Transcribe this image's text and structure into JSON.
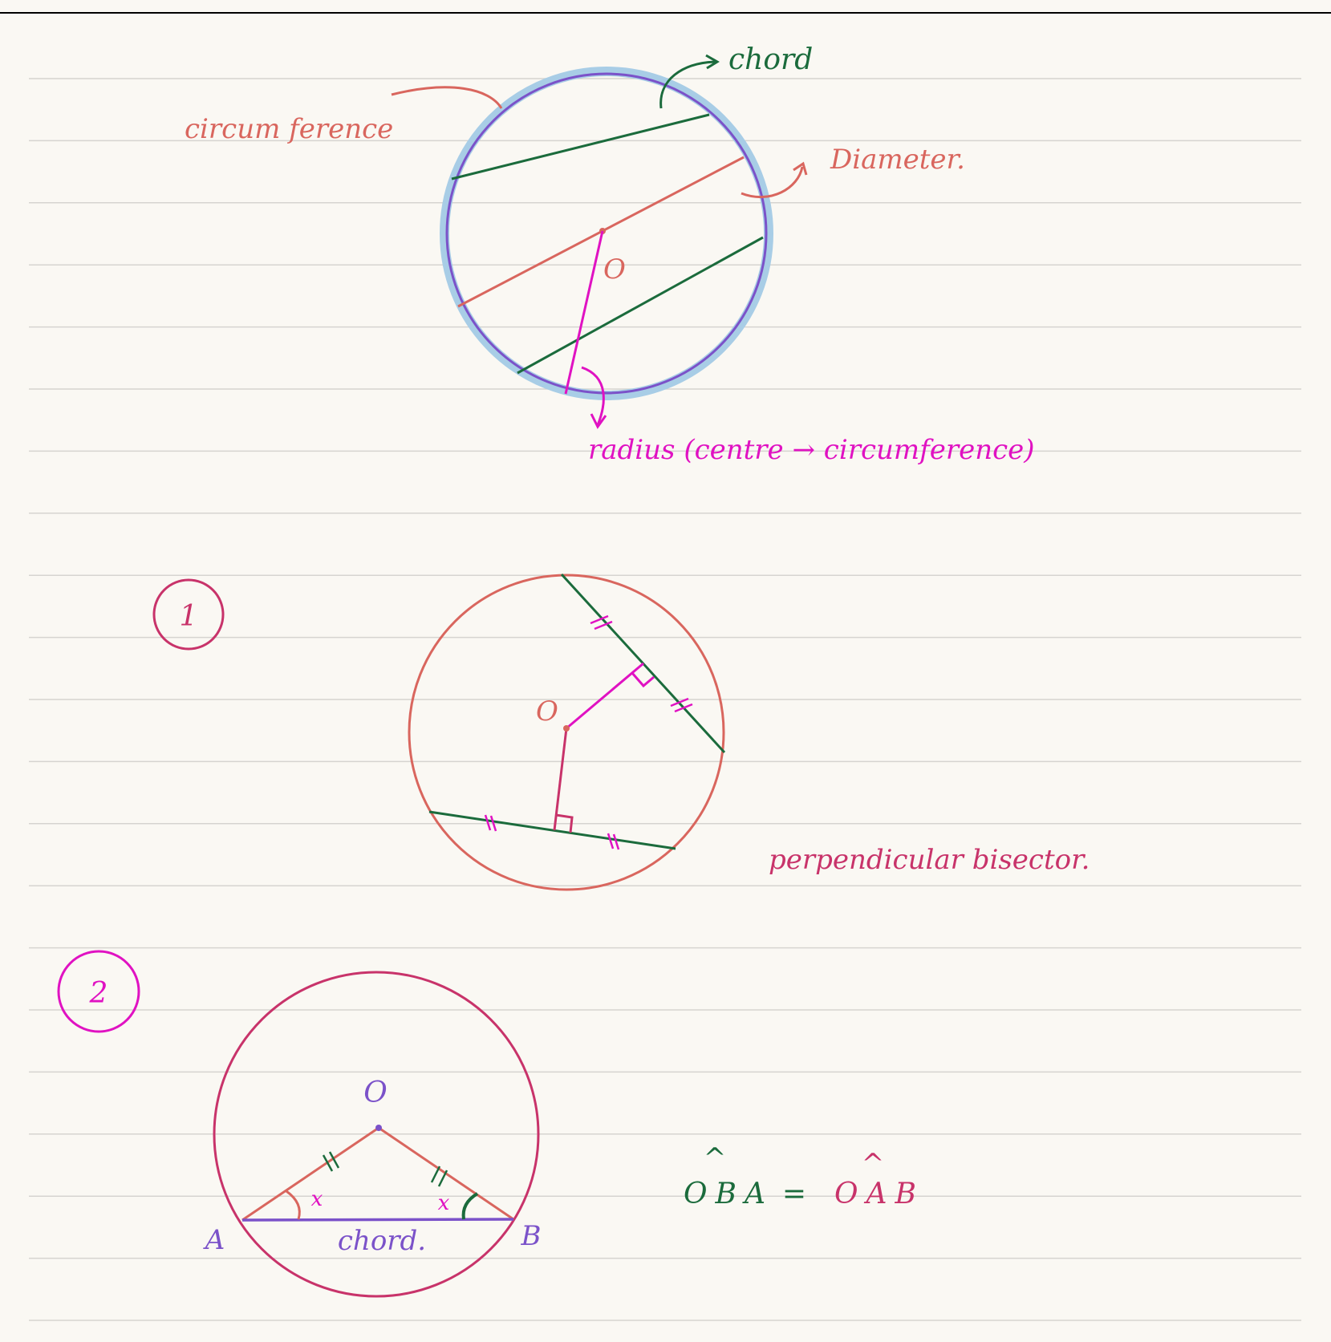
{
  "colors": {
    "paper": "#faf8f3",
    "ruled_line": "#d6d4d0",
    "top_rule": "#000000",
    "salmon": "#d9665e",
    "green": "#1b6b3c",
    "magenta": "#e012c2",
    "purple": "#7b52c9",
    "crimson": "#c8336a",
    "light_blue": "#a8cde6"
  },
  "diagram_top": {
    "label_chord": "chord",
    "label_circumference": "circum ference",
    "label_diameter": "Diameter.",
    "label_centre": "O",
    "label_radius": "radius (centre → circumference)"
  },
  "theorem_1": {
    "number": "1",
    "label_centre": "O",
    "caption": "perpendicular bisector."
  },
  "theorem_2": {
    "number": "2",
    "label_centre": "O",
    "label_a": "A",
    "label_b": "B",
    "label_angle_a": "x",
    "label_angle_b": "x",
    "label_chord": "chord.",
    "equation_left": "OBA",
    "equation_equals": "=",
    "equation_right": "OAB",
    "hat": "^"
  }
}
